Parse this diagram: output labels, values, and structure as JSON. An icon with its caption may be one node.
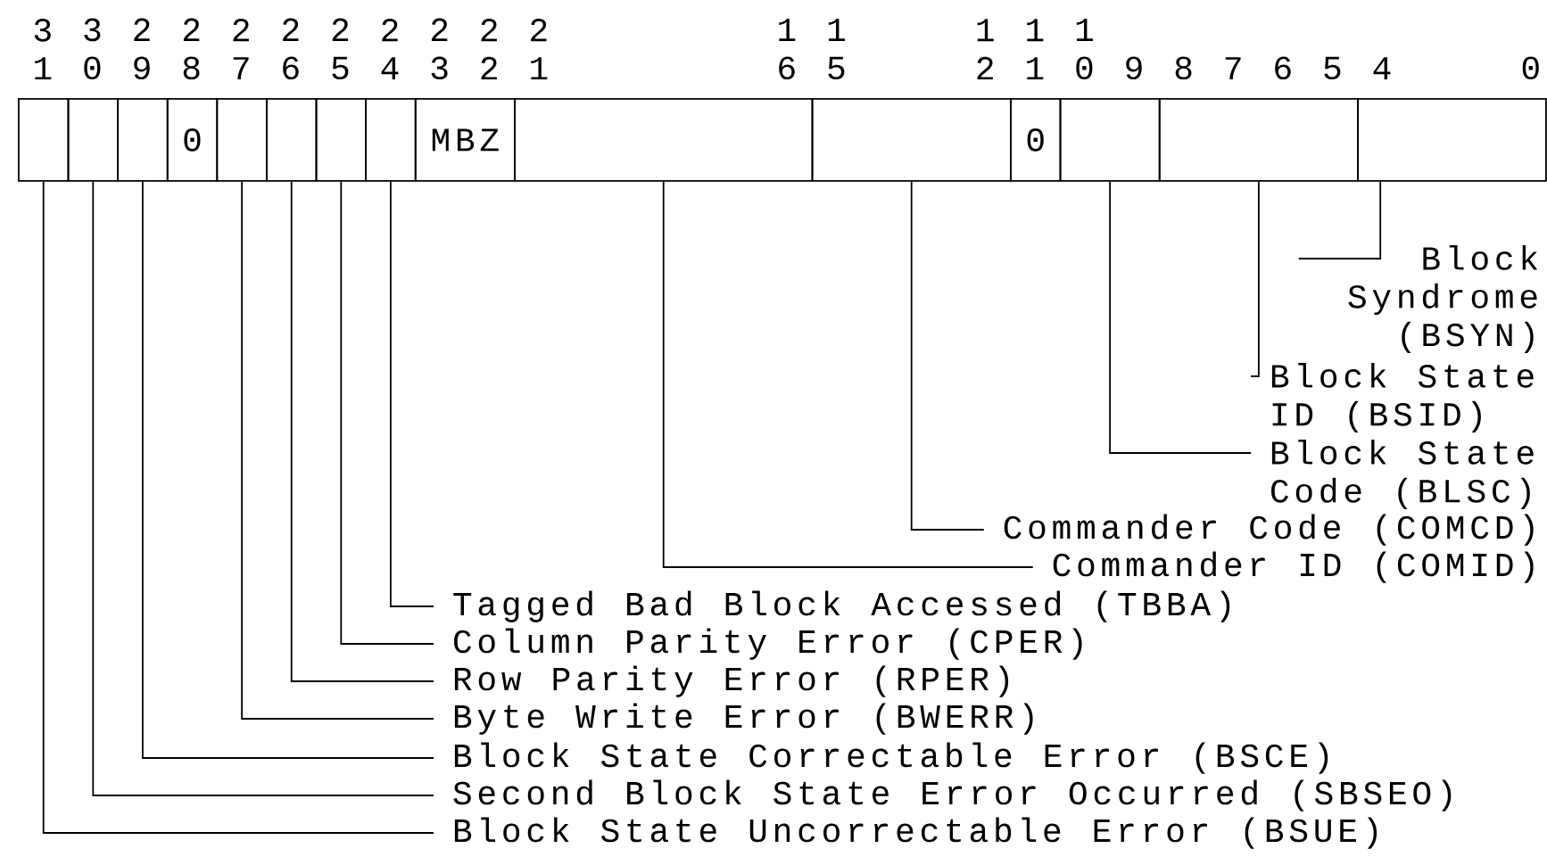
{
  "diagram": {
    "nodes": [
      {
        "text": [],
        "shape": "box"
      },
      {
        "text": [],
        "shape": "box"
      },
      {
        "text": [],
        "shape": "box"
      },
      {
        "text": [
          "0"
        ]
      },
      {
        "text": [],
        "shape": "box"
      },
      {
        "text": [],
        "shape": "box"
      },
      {
        "text": [],
        "shape": "box"
      },
      {
        "text": [],
        "shape": "box"
      },
      {
        "text": [
          "MBZ"
        ]
      },
      {
        "text": [],
        "shape": "box"
      },
      {
        "text": [],
        "shape": "box"
      },
      {
        "text": [
          "0"
        ]
      },
      {
        "text": [],
        "shape": "box"
      },
      {
        "text": [],
        "shape": "box"
      },
      {
        "text": [],
        "shape": "box"
      },
      {
        "text": [
          "Block Syndrome (BSYN)"
        ]
      },
      {
        "text": [
          "Block State ID (BSID)"
        ]
      },
      {
        "text": [
          "Block State Code (BLSC)"
        ]
      },
      {
        "text": [
          "Commander Code (COMCD)"
        ]
      },
      {
        "text": [
          "Commander ID (COMID)"
        ]
      },
      {
        "text": [
          "Tagged Bad Block Accessed (TBBA)"
        ]
      },
      {
        "text": [
          "Column Parity Error (CPER)"
        ]
      },
      {
        "text": [
          "Row Parity Error (RPER)"
        ]
      },
      {
        "text": [
          "Byte Write Error (BWERR)"
        ]
      },
      {
        "text": [
          "Block State Correctable Error (BSCE)"
        ]
      },
      {
        "text": [
          "Second Block State Error Occurred (SBSEO)"
        ]
      },
      {
        "text": [
          "Block State Uncorrectable Error (BSUE)"
        ]
      }
    ],
    "edges": [
      {
        "from": 15,
        "to": 14,
        "arrow": "none"
      },
      {
        "from": 16,
        "to": 13,
        "arrow": "none"
      },
      {
        "from": 17,
        "to": 12,
        "arrow": "none"
      },
      {
        "from": 18,
        "to": 10,
        "arrow": "none"
      },
      {
        "from": 19,
        "to": 9,
        "arrow": "none"
      },
      {
        "from": 20,
        "to": 7,
        "arrow": "none"
      },
      {
        "from": 21,
        "to": 6,
        "arrow": "none"
      },
      {
        "from": 22,
        "to": 5,
        "arrow": "none"
      },
      {
        "from": 23,
        "to": 4,
        "arrow": "none"
      },
      {
        "from": 24,
        "to": 2,
        "arrow": "none"
      },
      {
        "from": 25,
        "to": 1,
        "arrow": "none"
      },
      {
        "from": 26,
        "to": 0,
        "arrow": "none"
      }
    ],
    "labels": [
      "3 1",
      "3 0",
      "2 9",
      "2 8",
      "2 7",
      "2 6",
      "2 5",
      "2 4",
      "2 3",
      "2 2",
      "2 1",
      "1 6",
      "1 5",
      "1 2",
      "1 1",
      "1 0",
      "9",
      "8",
      "7",
      "6",
      "5",
      "4",
      "0"
    ]
  }
}
